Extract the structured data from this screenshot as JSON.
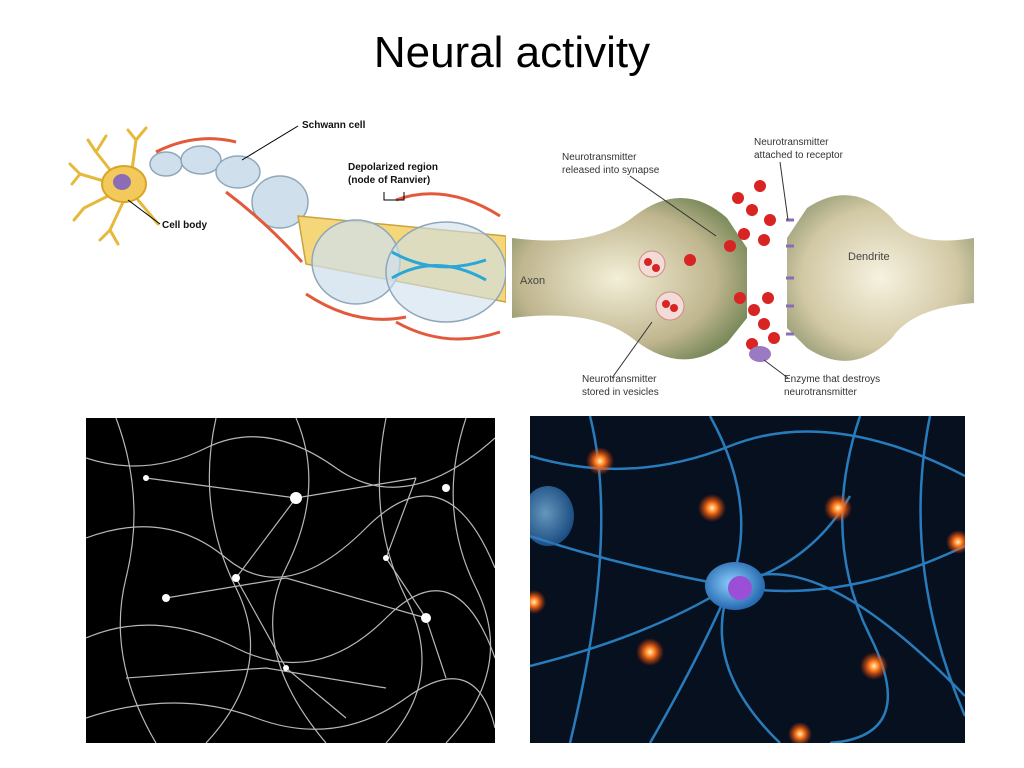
{
  "slide": {
    "title": "Neural activity"
  },
  "myelinated_axon_diagram": {
    "labels": {
      "schwann_cell": "Schwann cell",
      "depolarized_region_line1": "Depolarized region",
      "depolarized_region_line2": "(node of Ranvier)",
      "cell_body": "Cell body"
    }
  },
  "synapse_diagram": {
    "labels": {
      "nt_released_line1": "Neurotransmitter",
      "nt_released_line2": "released into synapse",
      "nt_attached_line1": "Neurotransmitter",
      "nt_attached_line2": "attached to receptor",
      "axon": "Axon",
      "dendrite": "Dendrite",
      "nt_stored_line1": "Neurotransmitter",
      "nt_stored_line2": "stored in vesicles",
      "enzyme_line1": "Enzyme that destroys",
      "enzyme_line2": "neurotransmitter"
    }
  },
  "colors": {
    "myelin": "#cfe0ec",
    "axon_core": "#f5d77a",
    "current_arrows": "#e25a3b",
    "neurotransmitter": "#d92424",
    "neural_glow": "#ff7a1a",
    "neural_blue": "#2f8fd8"
  }
}
